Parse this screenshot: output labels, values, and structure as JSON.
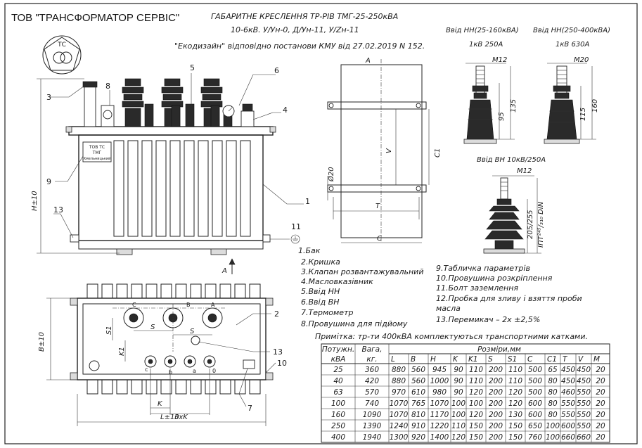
{
  "company": "ТОВ \"ТРАНСФОРМАТОР СЕРВІС\"",
  "logo_text": "ТС",
  "header": {
    "line1": "ГАБАРИТНЕ КРЕСЛЕННЯ ТР-РІВ ТМГ-25-250кВА",
    "line2": "10-6кВ. У/Ун-0, Д/Ун-11, У/Zн-11",
    "line3": "\"Екодизайн\" відповідно постанови КМУ від 27.02.2019 N 152."
  },
  "bushings": {
    "lv_small_title": "Ввід НН(25-160кВА)",
    "lv_small_sub": "1кВ 250А",
    "lv_large_title": "Ввід НН(250-400кВА)",
    "lv_large_sub": "1кВ 630А",
    "hv_title": "Ввід ВН 10кВ/250А",
    "m12_a": "М12",
    "m20": "М20",
    "m12_b": "М12",
    "d95": "95",
    "d135": "135",
    "d115": "115",
    "d160": "160",
    "d205": "205/255",
    "din": "ІПТ²⁴⁵/₃₁₀ DIN"
  },
  "front_view": {
    "plate_line1": "ТОВ ТС",
    "plate_line2": "ТМГ",
    "plate_line3": "Хмельницький",
    "h_dim": "H±10",
    "view_a": "А",
    "callouts": [
      "3",
      "8",
      "5",
      "6",
      "4",
      "9",
      "1",
      "13",
      "11"
    ]
  },
  "side_view": {
    "a_label": "А",
    "v_label": "V",
    "c1_label": "С1",
    "d20": "Ø20",
    "t_label": "T",
    "c_label": "C"
  },
  "plan_view": {
    "b_dim": "В±10",
    "l_dim": "L±10",
    "k_dim": "K",
    "k3_dim": "3хK",
    "s_a": "S",
    "s_b": "S",
    "s1": "S1",
    "k1": "K1",
    "terminals_hv": [
      "С",
      "В",
      "А"
    ],
    "terminals_lv": [
      "c",
      "b",
      "a",
      "0"
    ],
    "callouts": [
      "2",
      "13",
      "10",
      "7"
    ]
  },
  "legend_left": [
    "1.Бак",
    "2.Кришка",
    "3.Клапан розвантажувальний",
    "4.Масловказівник",
    "5.Ввід НН",
    "6.Ввід ВН",
    "7.Термометр",
    "8.Провушина для підйому"
  ],
  "legend_right": [
    "9.Табличка параметрів",
    "10.Провушина розкріплення",
    "11.Болт заземлення",
    "12.Пробка для зливу і взяття проби",
    "масла",
    "13.Перемикач –    2х ±2,5%"
  ],
  "note": "Примітка: тр-ти 400кВА комплектуються транспортними катками.",
  "table": {
    "head_power_1": "Потужн.",
    "head_power_2": "кВА",
    "head_mass_1": "Вага,",
    "head_mass_2": "кг.",
    "head_dims": "Розміри,мм",
    "columns": [
      "L",
      "B",
      "H",
      "K",
      "K1",
      "S",
      "S1",
      "C",
      "C1",
      "T",
      "V",
      "M"
    ],
    "rows": [
      [
        "25",
        "360",
        "880",
        "560",
        "945",
        "90",
        "110",
        "200",
        "110",
        "500",
        "65",
        "450",
        "450",
        "20"
      ],
      [
        "40",
        "420",
        "880",
        "560",
        "1000",
        "90",
        "110",
        "200",
        "110",
        "500",
        "80",
        "450",
        "450",
        "20"
      ],
      [
        "63",
        "570",
        "970",
        "610",
        "980",
        "90",
        "120",
        "200",
        "120",
        "500",
        "80",
        "460",
        "550",
        "20"
      ],
      [
        "100",
        "740",
        "1070",
        "765",
        "1070",
        "100",
        "100",
        "200",
        "120",
        "600",
        "80",
        "550",
        "550",
        "20"
      ],
      [
        "160",
        "1090",
        "1070",
        "810",
        "1170",
        "100",
        "120",
        "200",
        "130",
        "600",
        "80",
        "550",
        "550",
        "20"
      ],
      [
        "250",
        "1390",
        "1240",
        "910",
        "1220",
        "110",
        "150",
        "200",
        "150",
        "650",
        "100",
        "600",
        "550",
        "20"
      ],
      [
        "400",
        "1940",
        "1300",
        "920",
        "1400",
        "120",
        "150",
        "200",
        "150",
        "760",
        "100",
        "660",
        "660",
        "20"
      ]
    ]
  }
}
